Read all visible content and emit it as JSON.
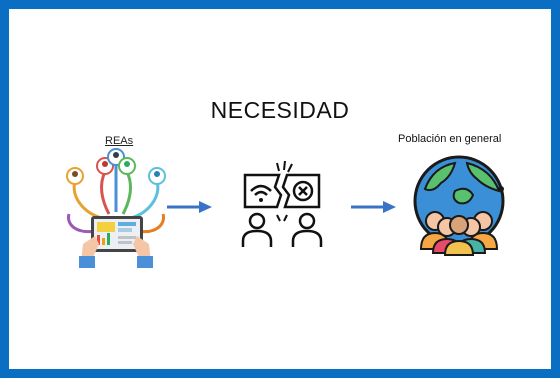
{
  "slide": {
    "title": "NECESIDAD",
    "left_label": "REAs",
    "right_label": "Población en general"
  },
  "icons": {
    "left": "oer-tablet-sharing-icon",
    "middle": "broken-connection-people-icon",
    "right": "global-population-icon"
  },
  "colors": {
    "frame": "#0a6fc2",
    "arrow": "#3b73c4",
    "globe_ocean": "#3a8fd6",
    "globe_land": "#58c06f"
  }
}
